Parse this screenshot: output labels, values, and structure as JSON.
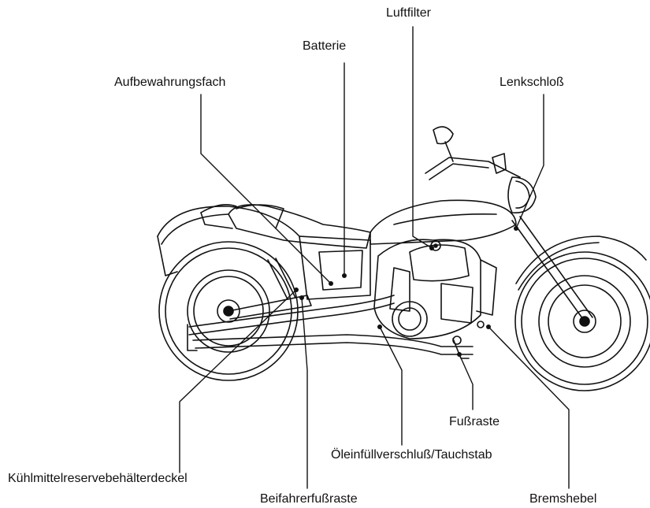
{
  "labels": {
    "luftfilter": "Luftfilter",
    "batterie": "Batterie",
    "aufbewahrungsfach": "Aufbewahrungsfach",
    "lenkschloss": "Lenkschloß",
    "fussraste": "Fußraste",
    "oeleinfuell": "Öleinfüllverschluß/Tauchstab",
    "kuehlmittel": "Kühlmittelreservebehälterdeckel",
    "beifahrer": "Beifahrerfußraste",
    "bremshebel": "Bremshebel"
  },
  "colors": {
    "line": "#111111",
    "background": "#ffffff"
  }
}
